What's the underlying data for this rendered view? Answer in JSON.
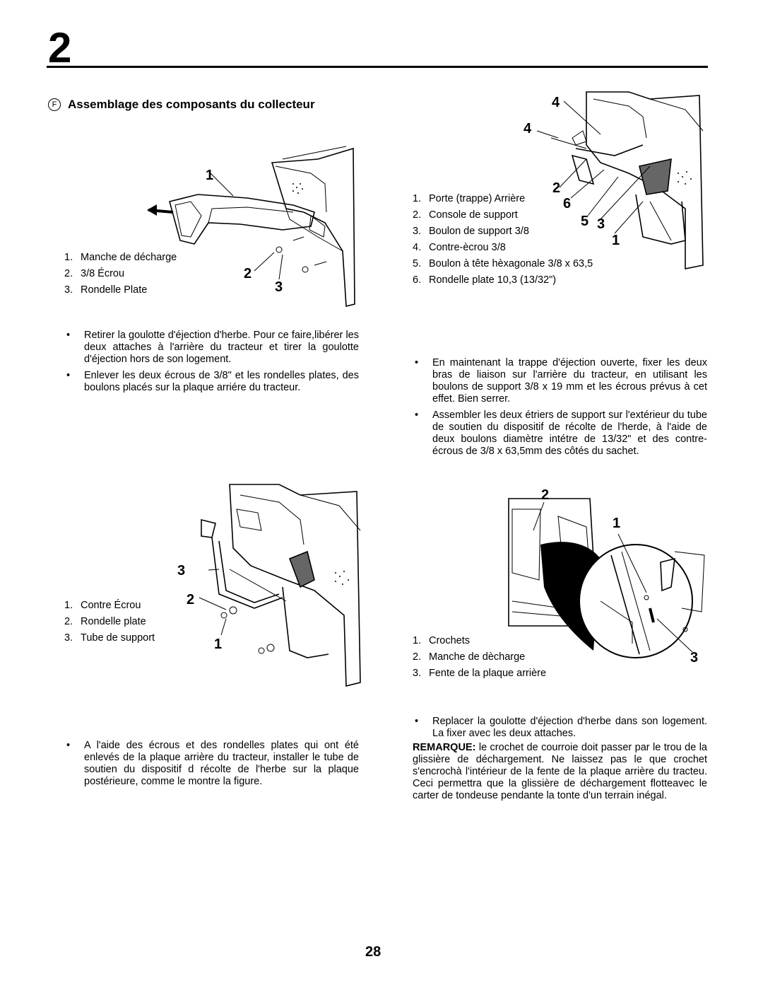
{
  "header": {
    "section_number": "2"
  },
  "title": {
    "marker": "F",
    "text": "Assemblage des composants du collecteur"
  },
  "fig1": {
    "legend": [
      {
        "n": "1.",
        "text": "Manche de décharge"
      },
      {
        "n": "2.",
        "text": "3/8 Écrou"
      },
      {
        "n": "3.",
        "text": "Rondelle  Plate"
      }
    ],
    "callouts": [
      "1",
      "2",
      "3"
    ]
  },
  "fig2": {
    "legend": [
      {
        "n": "1.",
        "text": "Porte (trappe) Arrière"
      },
      {
        "n": "2.",
        "text": "Console de support"
      },
      {
        "n": "3.",
        "text": "Boulon de support 3/8"
      },
      {
        "n": "4.",
        "text": "Contre-ècrou  3/8"
      },
      {
        "n": "5.",
        "text": "Boulon à tête hèxagonale 3/8 x 63,5"
      },
      {
        "n": "6.",
        "text": "Rondelle plate 10,3 (13/32\")"
      }
    ],
    "callouts": [
      "4",
      "4",
      "2",
      "6",
      "5",
      "3",
      "1"
    ]
  },
  "fig3": {
    "legend": [
      {
        "n": "1.",
        "text": "Contre  Écrou"
      },
      {
        "n": "2.",
        "text": "Rondelle  plate"
      },
      {
        "n": "3.",
        "text": "Tube de support"
      }
    ],
    "callouts": [
      "3",
      "2",
      "1"
    ]
  },
  "fig4": {
    "legend": [
      {
        "n": "1.",
        "text": "Crochets"
      },
      {
        "n": "2.",
        "text": "Manche  de  dècharge"
      },
      {
        "n": "3.",
        "text": "Fente de la plaque arrière"
      }
    ],
    "callouts": [
      "2",
      "1",
      "3"
    ]
  },
  "left_instructions_1": [
    "Retirer la goulotte d'éjection d'herbe. Pour ce faire,libérer les deux attaches à l'arrière du tracteur et tirer la goulotte d'éjection hors de son logement.",
    "Enlever les deux écrous de 3/8\" et les rondelles plates, des boulons placés sur la plaque arriére du tracteur."
  ],
  "right_instructions_1": [
    "En maintenant la trappe d'éjection ouverte, fixer les deux bras de liaison sur l'arrière du tracteur, en utilisant les boulons de support 3/8 x 19 mm et les écrous prévus à cet effet. Bien serrer.",
    "Assembler les deux étriers de support sur l'extérieur du tube de soutien du dispositif de récolte de l'herde, à l'aide de deux boulons diamètre intétre de 13/32\" et des contre-écrous de 3/8 x 63,5mm des côtés du sachet."
  ],
  "left_instructions_2": [
    "A l'aide des écrous et des rondelles plates qui ont été enlevés de la plaque arrière du tracteur, installer le tube de soutien du dispositif d récolte de l'herbe sur la plaque postérieure, comme le montre la figure."
  ],
  "right_instructions_2": [
    "Replacer la goulotte d'éjection d'herbe dans son logement. La fixer avec les deux attaches."
  ],
  "note": {
    "label": "REMARQUE:",
    "text": " le crochet de courroie doit passer par le trou de la glissière de déchargement. Ne laissez pas le que crochet s'encrochà l'intérieur de la fente de la plaque arrière du tracteu. Ceci permettra que la glissière de déchargement flotteavec le carter de tondeuse pendante la tonte d'un terrain inégal."
  },
  "footer": {
    "page_number": "28"
  }
}
